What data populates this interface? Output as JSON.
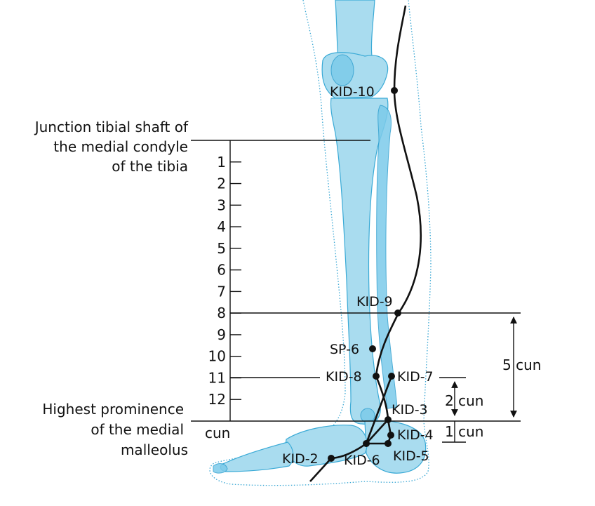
{
  "side_labels": {
    "top": [
      "Junction tibial shaft of",
      "the medial condyle",
      "of the tibia"
    ],
    "bottom": [
      "Highest prominence",
      "of the medial",
      "malleolus"
    ]
  },
  "scale": {
    "numbers": [
      "1",
      "2",
      "3",
      "4",
      "5",
      "6",
      "7",
      "8",
      "9",
      "10",
      "11",
      "12"
    ],
    "unit": "cun"
  },
  "points": {
    "kid10": "KID-10",
    "kid9": "KID-9",
    "sp6": "SP-6",
    "kid8": "KID-8",
    "kid7": "KID-7",
    "kid3": "KID-3",
    "kid4": "KID-4",
    "kid5": "KID-5",
    "kid2": "KID-2",
    "kid6": "KID-6"
  },
  "measures": {
    "five": "5 cun",
    "two": "2 cun",
    "one": "1 cun"
  },
  "colors": {
    "bone": "#a9dcef",
    "bone_outline": "#3aaad6",
    "line": "#111111"
  }
}
